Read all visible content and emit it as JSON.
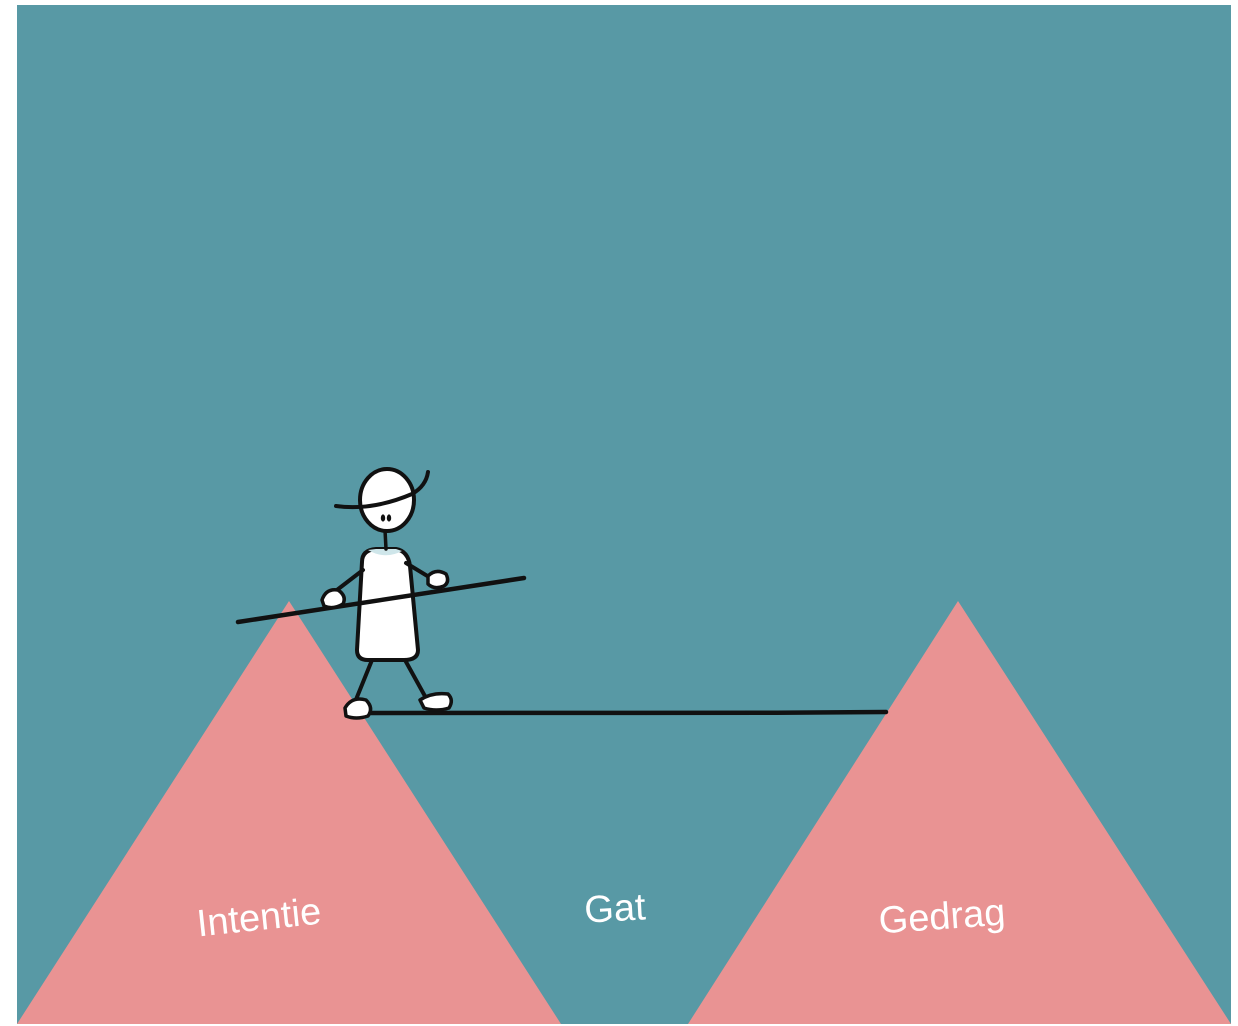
{
  "labels": {
    "intention": "Intentie",
    "gap": "Gat",
    "behavior": "Gedrag"
  },
  "colors": {
    "background": "#5899a5",
    "mountain": "#e99393",
    "ink": "#111111",
    "figure_fill": "#ffffff",
    "collar": "#cfe6ea",
    "label_text": "#ffffff",
    "page": "#ffffff"
  },
  "icons": {
    "figure": "tightrope-walker-icon"
  }
}
